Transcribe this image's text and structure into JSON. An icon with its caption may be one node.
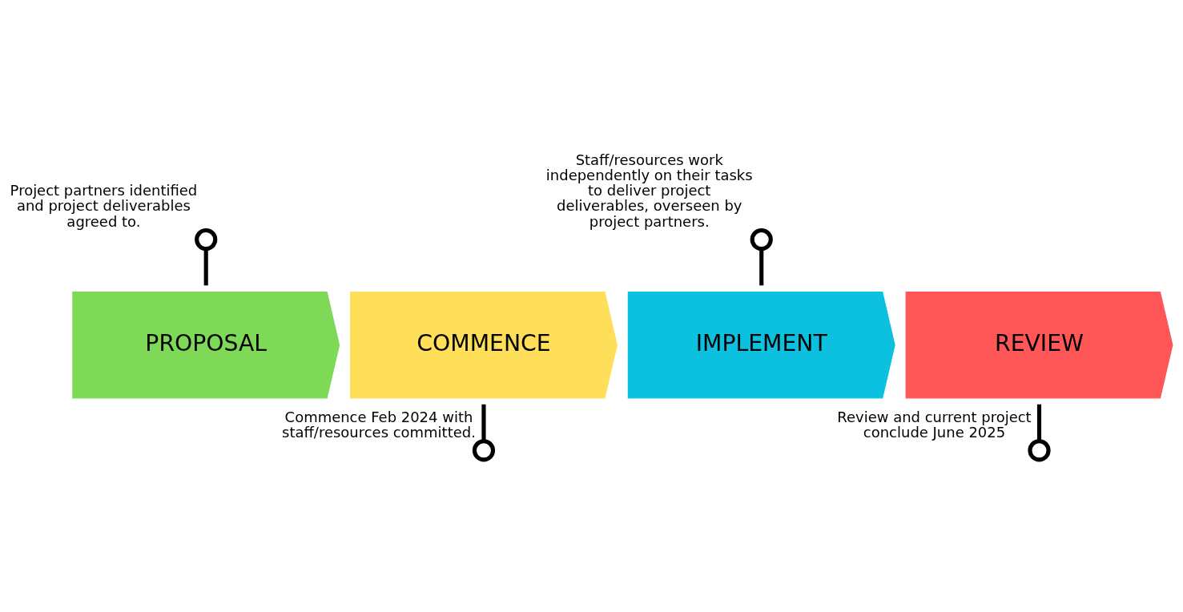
{
  "diagram": {
    "nodes": [
      {
        "text": [
          "PROPOSAL"
        ]
      },
      {
        "text": [
          "COMMENCE"
        ]
      },
      {
        "text": [
          "IMPLEMENT"
        ]
      },
      {
        "text": [
          "REVIEW"
        ]
      },
      {
        "text": [],
        "shape": "circle",
        "beside": [
          "Project partners identified and project deliverables agreed to."
        ]
      },
      {
        "text": [],
        "shape": "circle",
        "beside": [
          "Commence Feb 2024 with staff/resources committed."
        ]
      },
      {
        "text": [],
        "shape": "circle",
        "beside": [
          "Staff/resources work independently on their tasks to deliver project deliverables, overseen by project partners."
        ]
      },
      {
        "text": [],
        "shape": "circle",
        "beside": [
          "Review and current project conclude June 2025"
        ]
      }
    ],
    "edges": [
      {
        "from": 0,
        "to": 4,
        "arrow": "none"
      },
      {
        "from": 1,
        "to": 5,
        "arrow": "none"
      },
      {
        "from": 2,
        "to": 6,
        "arrow": "none"
      },
      {
        "from": 3,
        "to": 7,
        "arrow": "none"
      }
    ]
  }
}
